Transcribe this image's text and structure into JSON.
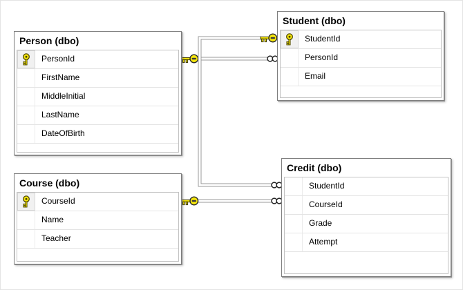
{
  "diagram": {
    "tables": [
      {
        "title": "Person (dbo)",
        "columns": [
          {
            "name": "PersonId",
            "pk": true
          },
          {
            "name": "FirstName",
            "pk": false
          },
          {
            "name": "MiddleInitial",
            "pk": false
          },
          {
            "name": "LastName",
            "pk": false
          },
          {
            "name": "DateOfBirth",
            "pk": false
          }
        ]
      },
      {
        "title": "Student (dbo)",
        "columns": [
          {
            "name": "StudentId",
            "pk": true
          },
          {
            "name": "PersonId",
            "pk": false
          },
          {
            "name": "Email",
            "pk": false
          }
        ]
      },
      {
        "title": "Course (dbo)",
        "columns": [
          {
            "name": "CourseId",
            "pk": true
          },
          {
            "name": "Name",
            "pk": false
          },
          {
            "name": "Teacher",
            "pk": false
          }
        ]
      },
      {
        "title": "Credit (dbo)",
        "columns": [
          {
            "name": "StudentId",
            "pk": false
          },
          {
            "name": "CourseId",
            "pk": false
          },
          {
            "name": "Grade",
            "pk": false
          },
          {
            "name": "Attempt",
            "pk": false
          }
        ]
      }
    ],
    "relationships": [
      {
        "one": "Person.PersonId",
        "many": "Student.PersonId"
      },
      {
        "one": "Student.StudentId",
        "many": "Credit.StudentId"
      },
      {
        "one": "Course.CourseId",
        "many": "Credit.CourseId"
      }
    ],
    "icons": {
      "primary_key_icon": "vertical yellow key",
      "one_end_icon": "horizontal yellow key",
      "many_end_icon": "infinity (two circles)"
    },
    "colors": {
      "key_yellow": "#f6e70c",
      "key_outline": "#3c3800",
      "line_gray": "#9a9a9a",
      "table_border": "#7f7f7f",
      "grid_line": "#e4e4e4"
    }
  }
}
